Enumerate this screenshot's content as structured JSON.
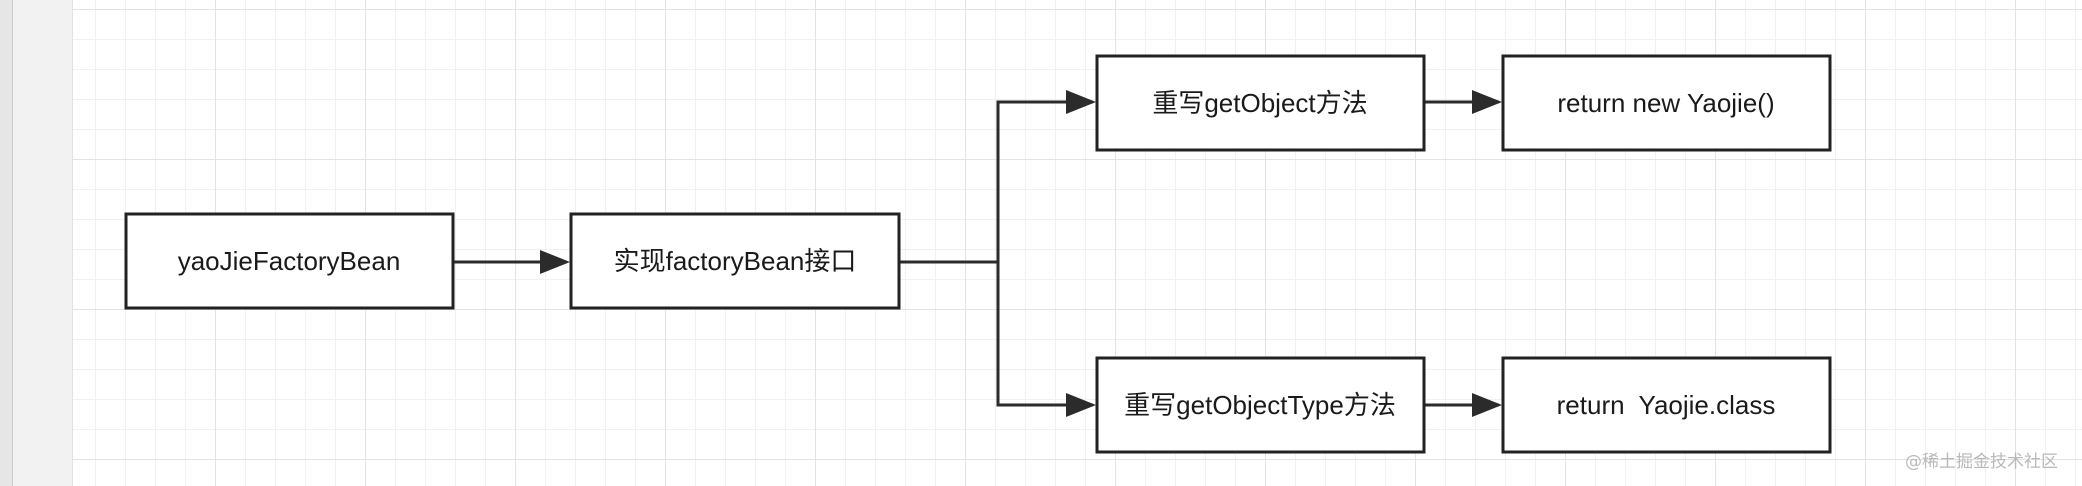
{
  "diagram": {
    "nodes": [
      {
        "id": "n1",
        "label": "yaoJieFactoryBean"
      },
      {
        "id": "n2",
        "label": "实现factoryBean接口"
      },
      {
        "id": "n3",
        "label": "重写getObject方法"
      },
      {
        "id": "n4",
        "label": "return new Yaojie()"
      },
      {
        "id": "n5",
        "label": "重写getObjectType方法"
      },
      {
        "id": "n6",
        "label": "return  Yaojie.class"
      }
    ],
    "edges": [
      {
        "from": "n1",
        "to": "n2"
      },
      {
        "from": "n2",
        "to": "n3"
      },
      {
        "from": "n2",
        "to": "n5"
      },
      {
        "from": "n3",
        "to": "n4"
      },
      {
        "from": "n5",
        "to": "n6"
      }
    ],
    "colors": {
      "node_border": "#222222",
      "edge": "#2b2b2b",
      "text": "#1a1a1a",
      "grid_major": "#e3e3e3",
      "grid_minor": "#f1f1f1"
    }
  },
  "watermark": "@稀土掘金技术社区"
}
